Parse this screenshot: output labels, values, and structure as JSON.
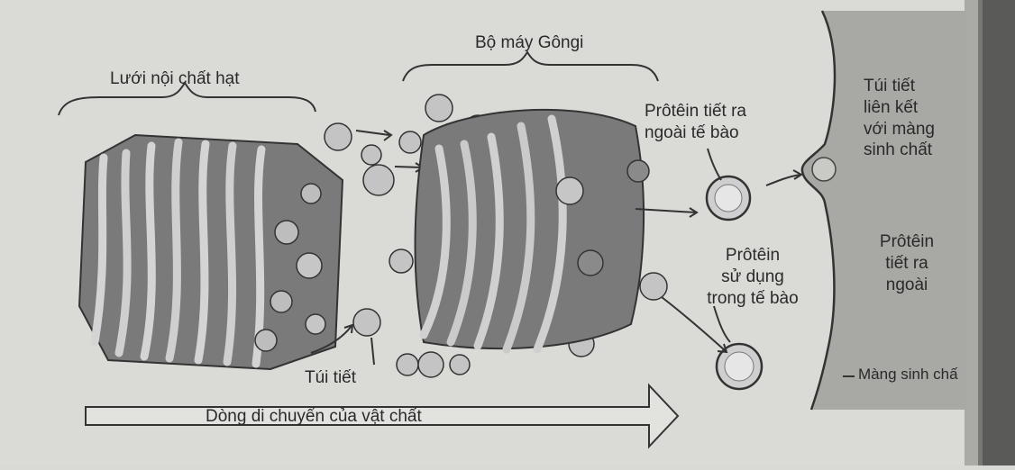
{
  "labels": {
    "rough_er": "Lưới nội chất hạt",
    "golgi": "Bộ máy Gôngi",
    "secreted_protein": "Prôtêin tiết ra\nngoài tế bào",
    "vesicle_membrane": "Túi tiết\nliên kết\nvới màng\nsinh chất",
    "protein_outside": "Prôtêin\ntiết ra\nngoài",
    "protein_inside": "Prôtêin\nsử dụng\ntrong tế bào",
    "vesicle": "Túi tiết",
    "plasma_membrane": "Màng sinh chấ",
    "flow": "Dòng di chuyển của vật chất"
  },
  "colors": {
    "paper": "#d9d9d6",
    "organelle_dark": "#7e7e7e",
    "organelle_light": "#cfcfcf",
    "outside_cell": "#a9a9a6",
    "ink": "#2a2a2a"
  }
}
